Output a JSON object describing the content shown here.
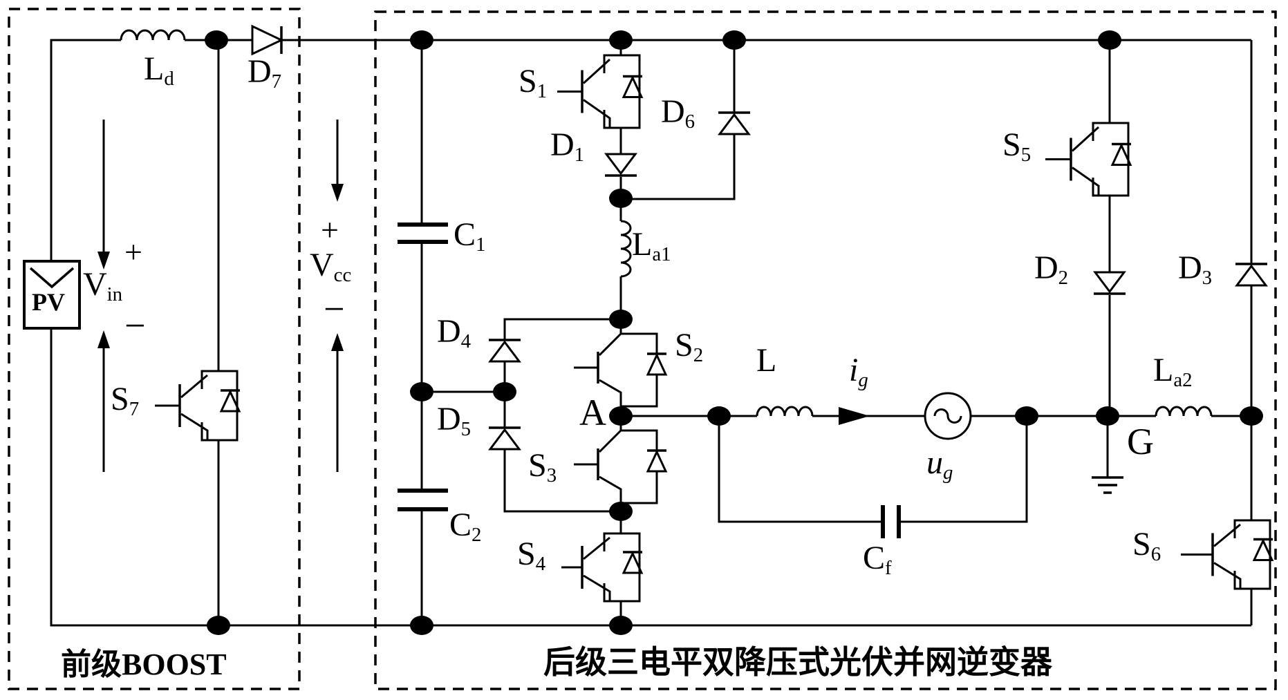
{
  "figure": {
    "caption_left": "前级BOOST",
    "caption_right": "后级三电平双降压式光伏并网逆变器"
  },
  "labels": {
    "pv": "PV",
    "ld": {
      "main": "L",
      "sub": "d"
    },
    "d7": {
      "main": "D",
      "sub": "7"
    },
    "vin": {
      "main": "V",
      "sub": "in",
      "plus": "+",
      "minus": "−"
    },
    "vcc": {
      "main": "V",
      "sub": "cc",
      "plus": "+",
      "minus": "−"
    },
    "s7": {
      "main": "S",
      "sub": "7"
    },
    "c1": {
      "main": "C",
      "sub": "1"
    },
    "c2": {
      "main": "C",
      "sub": "2"
    },
    "s1": {
      "main": "S",
      "sub": "1"
    },
    "d1": {
      "main": "D",
      "sub": "1"
    },
    "d6": {
      "main": "D",
      "sub": "6"
    },
    "la1": {
      "main": "L",
      "sub": "a1"
    },
    "d4": {
      "main": "D",
      "sub": "4"
    },
    "d5": {
      "main": "D",
      "sub": "5"
    },
    "s2": {
      "main": "S",
      "sub": "2"
    },
    "node_a": "A",
    "s3": {
      "main": "S",
      "sub": "3"
    },
    "s4": {
      "main": "S",
      "sub": "4"
    },
    "l": "L",
    "ig": {
      "main": "i",
      "sub": "g"
    },
    "ug": {
      "main": "u",
      "sub": "g"
    },
    "cf": {
      "main": "C",
      "sub": "f"
    },
    "s5": {
      "main": "S",
      "sub": "5"
    },
    "d2": {
      "main": "D",
      "sub": "2"
    },
    "d3": {
      "main": "D",
      "sub": "3"
    },
    "la2": {
      "main": "L",
      "sub": "a2"
    },
    "node_g": "G",
    "s6": {
      "main": "S",
      "sub": "6"
    }
  },
  "colors": {
    "line": "#000000",
    "background": "#ffffff"
  }
}
